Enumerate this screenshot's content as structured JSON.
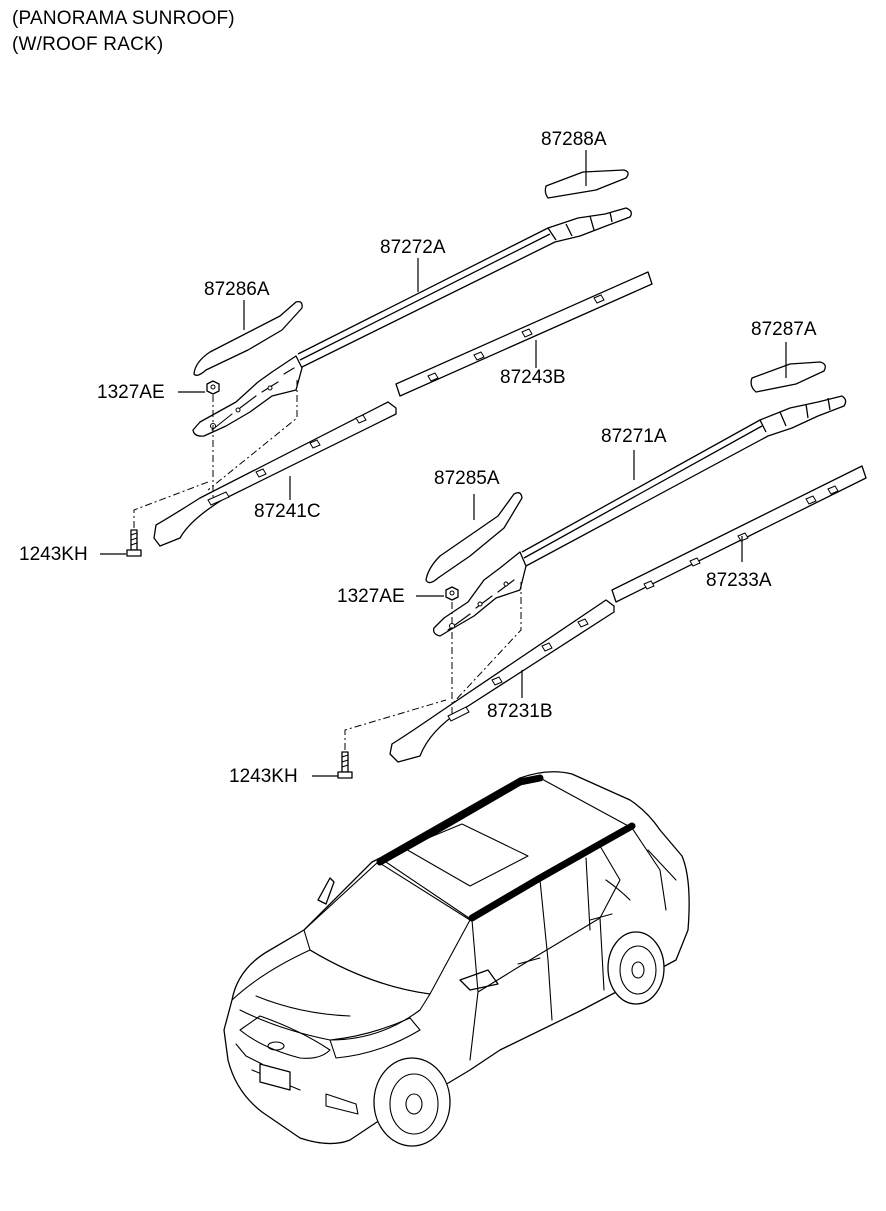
{
  "header": {
    "line1": "(PANORAMA SUNROOF)",
    "line2": "(W/ROOF RACK)"
  },
  "labels": {
    "p87288A": "87288A",
    "p87272A": "87272A",
    "p87286A": "87286A",
    "p87243B": "87243B",
    "p1327AE_top": "1327AE",
    "p87241C": "87241C",
    "p1243KH_top": "1243KH",
    "p87287A": "87287A",
    "p87271A": "87271A",
    "p87285A": "87285A",
    "p87233A": "87233A",
    "p1327AE_bottom": "1327AE",
    "p87231B": "87231B",
    "p1243KH_bottom": "1243KH"
  }
}
